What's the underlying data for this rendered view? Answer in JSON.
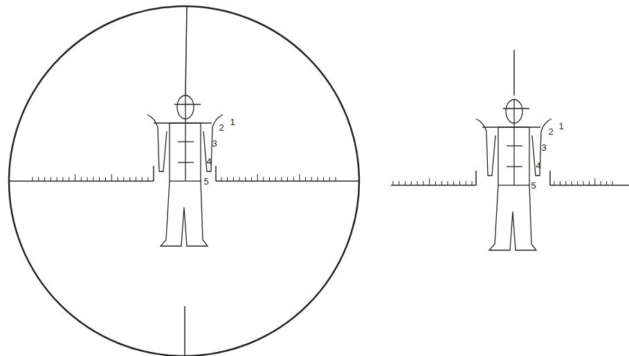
{
  "diagram": {
    "labels": [
      "1",
      "2",
      "3",
      "4",
      "5",
      "1",
      "2",
      "3",
      "4",
      "5"
    ]
  }
}
